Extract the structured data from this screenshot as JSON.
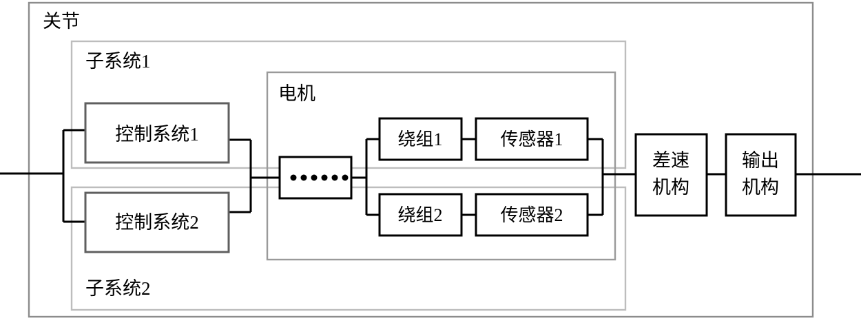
{
  "diagram": {
    "title": "关节",
    "outer_frame_label": "关节",
    "groups": [
      {
        "id": "subsystem1",
        "label": "子系统1"
      },
      {
        "id": "subsystem2",
        "label": "子系统2"
      },
      {
        "id": "motor",
        "label": "电机"
      }
    ],
    "blocks": [
      {
        "id": "control-system-1",
        "label": "控制系统1"
      },
      {
        "id": "control-system-2",
        "label": "控制系统2"
      },
      {
        "id": "motor-ellipsis",
        "label": "……",
        "dots": 6
      },
      {
        "id": "winding-1",
        "label": "绕组1"
      },
      {
        "id": "winding-2",
        "label": "绕组2"
      },
      {
        "id": "sensor-1",
        "label": "传感器1"
      },
      {
        "id": "sensor-2",
        "label": "传感器2"
      },
      {
        "id": "differential-mechanism",
        "label_line1": "差速",
        "label_line2": "机构"
      },
      {
        "id": "output-mechanism",
        "label_line1": "输出",
        "label_line2": "机构"
      }
    ],
    "colors": {
      "wire": "#000000",
      "block_border": "#000000",
      "control_block_border": "#5f5f5f",
      "motor_group_border": "#9a9a9a",
      "subsystem_border": "#bdbdbd",
      "outer_frame_border": "#8c8c8c",
      "background": "#ffffff"
    }
  }
}
